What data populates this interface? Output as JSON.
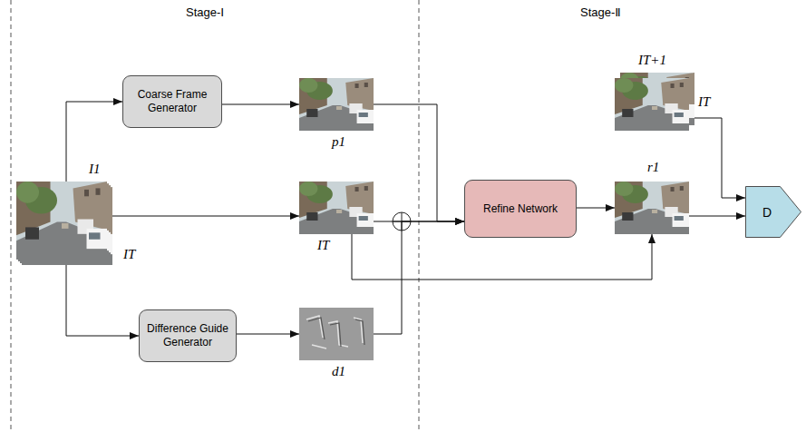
{
  "diagram": {
    "nodes": [
      {
        "text": [
          "I1",
          "IT"
        ]
      },
      {
        "text": [
          "Coarse Frame Generator"
        ]
      },
      {
        "text": [
          "p1"
        ]
      },
      {
        "text": [
          "IT"
        ]
      },
      {
        "text": [
          "Difference Guide Generator"
        ]
      },
      {
        "text": [
          "d1"
        ]
      },
      {
        "text": [
          "Refine Network"
        ]
      },
      {
        "text": [
          "r1"
        ]
      },
      {
        "text": [
          "IT+1",
          "IT"
        ]
      },
      {
        "text": [
          "D"
        ]
      }
    ],
    "edges": [
      {
        "from": 0,
        "to": 1,
        "arrow": "to"
      },
      {
        "from": 1,
        "to": 2,
        "arrow": "to"
      },
      {
        "from": 0,
        "to": 3,
        "arrow": "to"
      },
      {
        "from": 0,
        "to": 4,
        "arrow": "to"
      },
      {
        "from": 4,
        "to": 5,
        "arrow": "to"
      },
      {
        "from": 3,
        "to": 6,
        "arrow": "to"
      },
      {
        "from": 5,
        "to": 6,
        "arrow": "to"
      },
      {
        "from": 2,
        "to": 6,
        "arrow": "to"
      },
      {
        "from": 6,
        "to": 7,
        "arrow": "to"
      },
      {
        "from": 3,
        "to": 7,
        "arrow": "to"
      },
      {
        "from": 7,
        "to": 9,
        "arrow": "to"
      },
      {
        "from": 8,
        "to": 9,
        "arrow": "to"
      }
    ],
    "labels": [
      "Stage-Ⅰ",
      "Stage-Ⅱ"
    ]
  }
}
